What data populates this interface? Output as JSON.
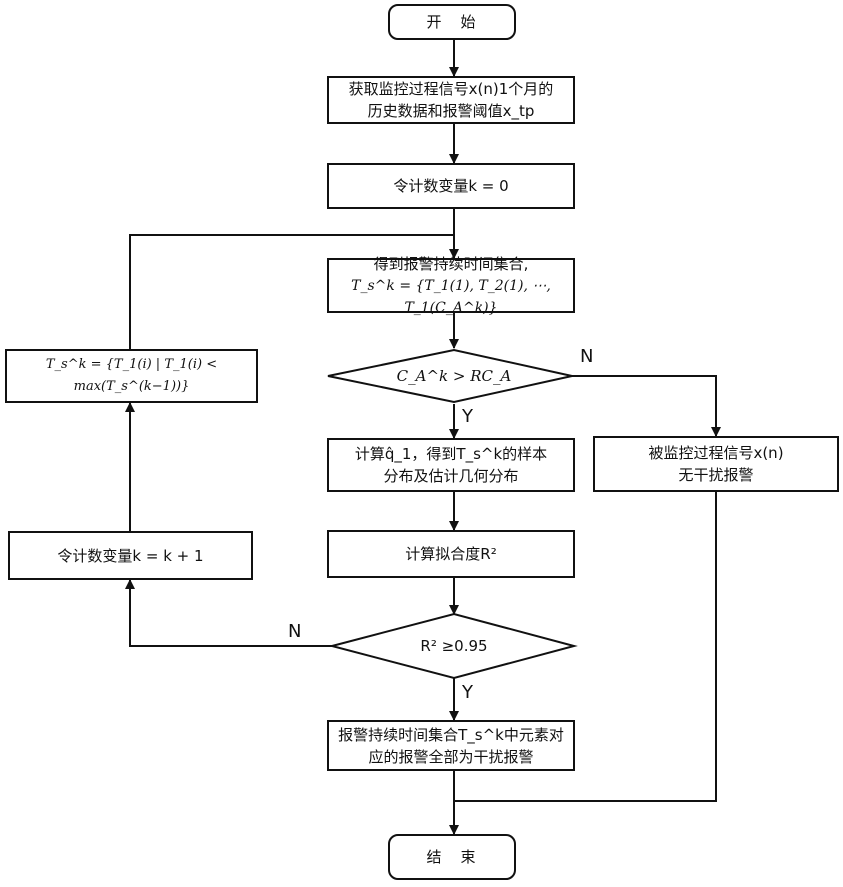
{
  "nodes": {
    "start": "开　始",
    "get_history": {
      "line1": "获取监控过程信号x(n)1个月的",
      "line2": "历史数据和报警阈值x_tp"
    },
    "init_k": "令计数变量k = 0",
    "duration_set": {
      "line1": "得到报警持续时间集合,",
      "line2": "T_s^k = {T_1(1), T_2(1), ⋯, T_1(C_A^k)}"
    },
    "decision_ca": "C_A^k > RC_A",
    "compute_q": {
      "line1": "计算q̂_1，得到T_s^k的样本",
      "line2": "分布及估计几何分布"
    },
    "no_nuisance": {
      "line1": "被监控过程信号x(n)",
      "line2": "无干扰报警"
    },
    "compute_r2": "计算拟合度R²",
    "decision_r2": "R² ≥0.95",
    "all_nuisance": {
      "line1": "报警持续时间集合T_s^k中元素对",
      "line2": "应的报警全部为干扰报警"
    },
    "update_set": "T_s^k = {T_1(i) | T_1(i) < max(T_s^(k−1))}",
    "increment_k": "令计数变量k = k + 1",
    "end": "结　束"
  },
  "edge_labels": {
    "d1_no": "N",
    "d1_yes": "Y",
    "d2_no": "N",
    "d2_yes": "Y"
  }
}
